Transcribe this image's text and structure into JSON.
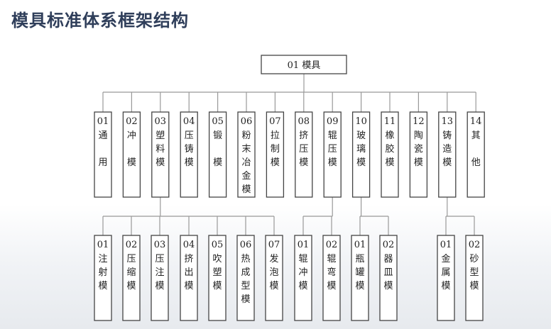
{
  "title": "模具标准体系框架结构",
  "root": {
    "label": "01 模具"
  },
  "categories": [
    {
      "num": "01",
      "chars": [
        "通",
        "",
        "用"
      ]
    },
    {
      "num": "02",
      "chars": [
        "冲",
        "",
        "模"
      ]
    },
    {
      "num": "03",
      "chars": [
        "塑",
        "料",
        "模"
      ]
    },
    {
      "num": "04",
      "chars": [
        "压",
        "铸",
        "模"
      ]
    },
    {
      "num": "05",
      "chars": [
        "锻",
        "",
        "模"
      ]
    },
    {
      "num": "06",
      "chars": [
        "粉",
        "末",
        "冶",
        "金",
        "模"
      ]
    },
    {
      "num": "07",
      "chars": [
        "拉",
        "制",
        "模"
      ]
    },
    {
      "num": "08",
      "chars": [
        "挤",
        "压",
        "模"
      ]
    },
    {
      "num": "09",
      "chars": [
        "辊",
        "压",
        "模"
      ]
    },
    {
      "num": "10",
      "chars": [
        "玻",
        "璃",
        "模"
      ]
    },
    {
      "num": "11",
      "chars": [
        "橡",
        "胶",
        "模"
      ]
    },
    {
      "num": "12",
      "chars": [
        "陶",
        "瓷",
        "模"
      ]
    },
    {
      "num": "13",
      "chars": [
        "铸",
        "造",
        "模"
      ]
    },
    {
      "num": "14",
      "chars": [
        "其",
        "",
        "他"
      ]
    }
  ],
  "groups": [
    {
      "parent": 2,
      "children": [
        {
          "num": "01",
          "chars": [
            "注",
            "射",
            "模"
          ]
        },
        {
          "num": "02",
          "chars": [
            "压",
            "缩",
            "模"
          ]
        },
        {
          "num": "03",
          "chars": [
            "压",
            "注",
            "模"
          ]
        },
        {
          "num": "04",
          "chars": [
            "挤",
            "出",
            "模"
          ]
        },
        {
          "num": "05",
          "chars": [
            "吹",
            "塑",
            "模"
          ]
        },
        {
          "num": "06",
          "chars": [
            "热",
            "成",
            "型",
            "模"
          ]
        },
        {
          "num": "07",
          "chars": [
            "发",
            "泡",
            "模"
          ]
        }
      ]
    },
    {
      "parent": 8,
      "children": [
        {
          "num": "01",
          "chars": [
            "辊",
            "冲",
            "模"
          ]
        },
        {
          "num": "02",
          "chars": [
            "辊",
            "弯",
            "模"
          ]
        }
      ]
    },
    {
      "parent": 9,
      "children": [
        {
          "num": "01",
          "chars": [
            "瓶",
            "罐",
            "模"
          ]
        },
        {
          "num": "02",
          "chars": [
            "器",
            "皿",
            "模"
          ]
        }
      ]
    },
    {
      "parent": 12,
      "children": [
        {
          "num": "01",
          "chars": [
            "金",
            "属",
            "模"
          ]
        },
        {
          "num": "02",
          "chars": [
            "砂",
            "型",
            "模"
          ]
        }
      ]
    }
  ]
}
